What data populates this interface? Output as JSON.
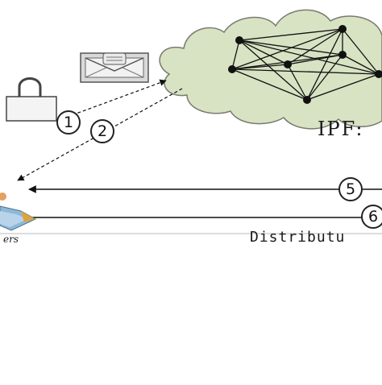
{
  "diagram": {
    "cloud_label": "IPF:",
    "node_label": "ers",
    "bottom_label": "Distributu",
    "steps": [
      "1",
      "2",
      "5",
      "6"
    ],
    "colors": {
      "cloud_fill": "#d7e3c3",
      "cloud_stroke": "#7a7a70",
      "edge": "#111111",
      "node": "#111111",
      "device_blue": "#8fb8d8"
    },
    "icons": [
      "lock-icon",
      "envelope-icon",
      "user-device-icon"
    ]
  }
}
